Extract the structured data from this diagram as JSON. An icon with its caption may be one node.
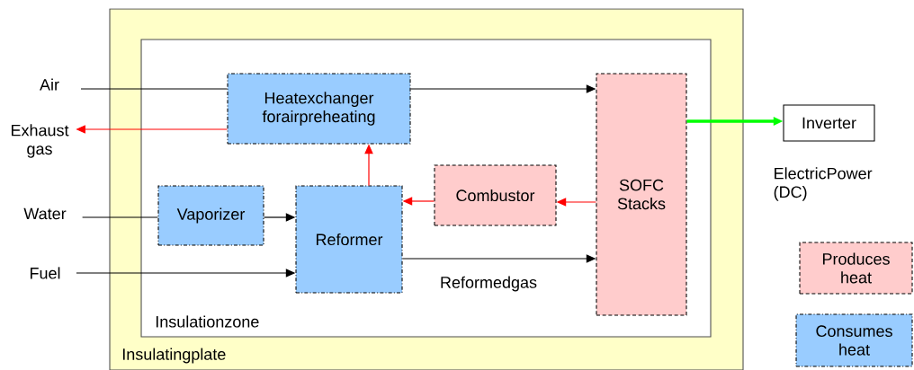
{
  "diagram": {
    "nodes": [
      {
        "text": [
          "Insulatingplate"
        ]
      },
      {
        "text": [
          "Insulationzone"
        ],
        "in": 0
      },
      {
        "text": [
          "Heatexchanger forairpreheating"
        ],
        "in": 1
      },
      {
        "text": [
          "Vaporizer"
        ],
        "in": 1
      },
      {
        "text": [
          "Reformer"
        ],
        "in": 1
      },
      {
        "text": [
          "Combustor"
        ],
        "in": 1
      },
      {
        "text": [
          "SOFC Stacks"
        ],
        "in": 1
      },
      {
        "text": [
          "Air"
        ]
      },
      {
        "text": [
          "Exhaust gas"
        ]
      },
      {
        "text": [
          "Water"
        ]
      },
      {
        "text": [
          "Fuel"
        ]
      },
      {
        "text": [
          "Inverter"
        ]
      }
    ],
    "edges": [
      {
        "from": 7,
        "to": 2,
        "arrow": "none"
      },
      {
        "from": 2,
        "to": 6,
        "arrow": "to"
      },
      {
        "from": 2,
        "to": 8,
        "arrow": "to",
        "color": "#ff0000"
      },
      {
        "from": 9,
        "to": 3,
        "arrow": "none"
      },
      {
        "from": 3,
        "to": 4,
        "arrow": "to"
      },
      {
        "from": 10,
        "to": 4,
        "arrow": "to"
      },
      {
        "from": 4,
        "to": 2,
        "arrow": "to",
        "color": "#ff0000"
      },
      {
        "from": 5,
        "to": 4,
        "arrow": "to",
        "color": "#ff0000"
      },
      {
        "from": 6,
        "to": 5,
        "arrow": "to",
        "color": "#ff0000"
      },
      {
        "from": 4,
        "to": 6,
        "arrow": "to"
      },
      {
        "from": 6,
        "to": 11,
        "arrow": "to",
        "color": "#00ff00",
        "style": "thick"
      }
    ],
    "labels": [
      "Reformedgas",
      "ElectricPower (DC)"
    ],
    "legend": [
      {
        "text": "Produces heat",
        "color": "#ffcccc"
      },
      {
        "text": "Consumes heat",
        "color": "#99ccff"
      }
    ]
  }
}
